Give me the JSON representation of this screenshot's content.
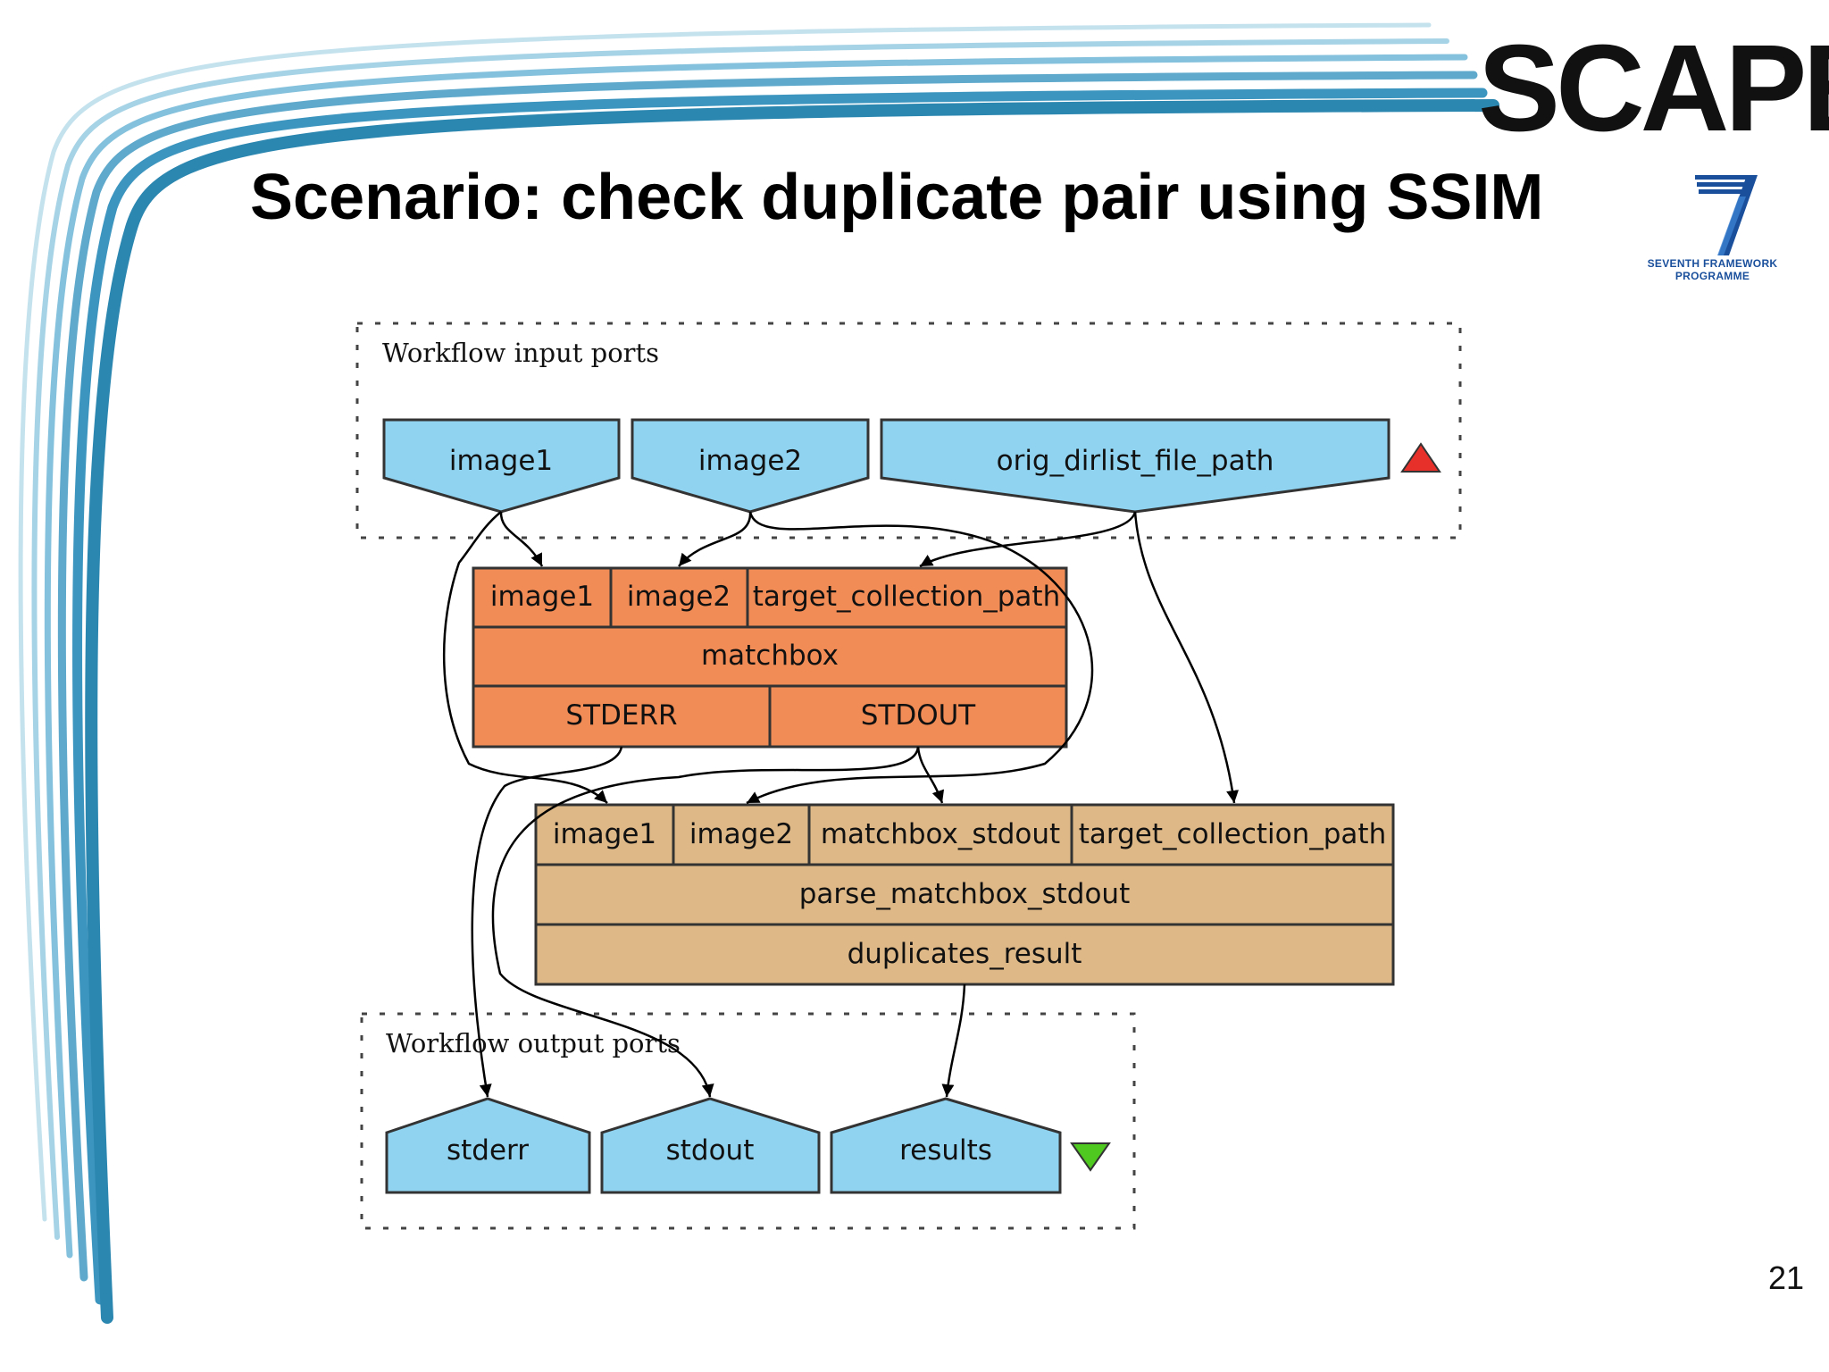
{
  "slide": {
    "brand": "SCAPE",
    "title": "Scenario: check duplicate pair using SSIM",
    "page_number": "21",
    "logo": {
      "line1": "SEVENTH FRAMEWORK",
      "line2": "PROGRAMME"
    }
  },
  "diagram": {
    "input_group": {
      "label": "Workflow input ports",
      "ports": [
        "image1",
        "image2",
        "orig_dirlist_file_path"
      ],
      "marker_icon": "red-triangle-up-icon"
    },
    "matchbox": {
      "inputs": [
        "image1",
        "image2",
        "target_collection_path"
      ],
      "name": "matchbox",
      "outputs": [
        "STDERR",
        "STDOUT"
      ]
    },
    "parser": {
      "inputs": [
        "image1",
        "image2",
        "matchbox_stdout",
        "target_collection_path"
      ],
      "name": "parse_matchbox_stdout",
      "outputs": [
        "duplicates_result"
      ]
    },
    "output_group": {
      "label": "Workflow output ports",
      "ports": [
        "stderr",
        "stdout",
        "results"
      ],
      "marker_icon": "green-triangle-down-icon"
    }
  },
  "colors": {
    "port_fill": "#8fd3f0",
    "matchbox_fill": "#f28c56",
    "parser_fill": "#deb887",
    "deco_blue": "#2b8ab3",
    "logo_blue": "#1a4f9c"
  }
}
